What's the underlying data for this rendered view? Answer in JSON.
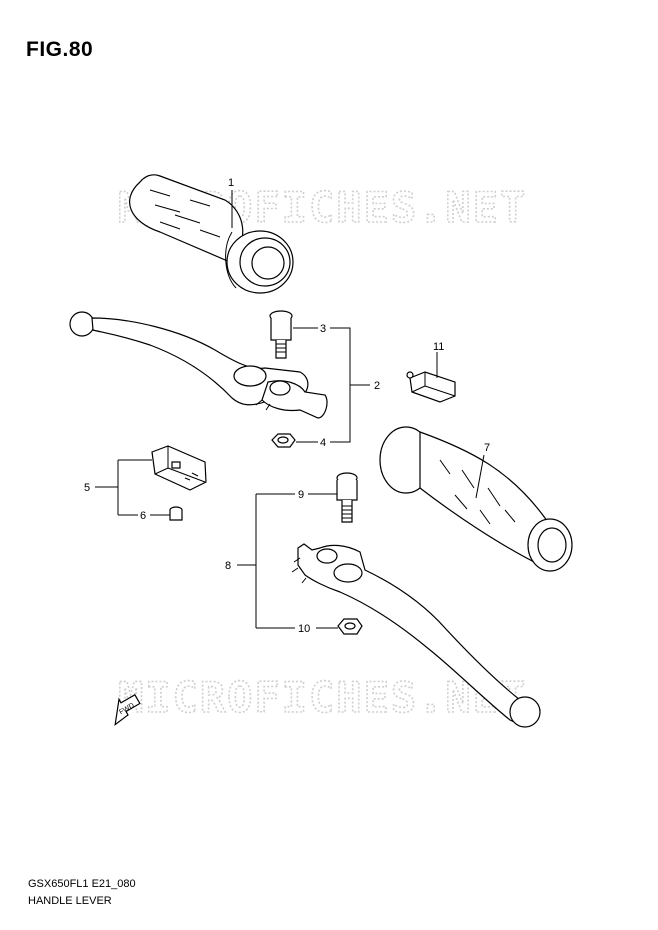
{
  "figure": {
    "title": "FIG.80",
    "model_code": "GSX650FL1 E21_080",
    "section_name": "HANDLE LEVER"
  },
  "watermark": {
    "top_text": "MICROFICHES.NET",
    "bottom_text": "MICROFICHES.NET"
  },
  "direction_arrow": {
    "label": "FWD"
  },
  "callouts": [
    {
      "number": "1",
      "part": "grip-left"
    },
    {
      "number": "2",
      "part": "clutch-lever-assy"
    },
    {
      "number": "3",
      "part": "clutch-lever-bolt"
    },
    {
      "number": "4",
      "part": "clutch-lever-nut"
    },
    {
      "number": "5",
      "part": "clutch-switch"
    },
    {
      "number": "6",
      "part": "clutch-switch-screw"
    },
    {
      "number": "7",
      "part": "grip-right"
    },
    {
      "number": "8",
      "part": "brake-lever-assy"
    },
    {
      "number": "9",
      "part": "brake-lever-bolt"
    },
    {
      "number": "10",
      "part": "brake-lever-nut"
    },
    {
      "number": "11",
      "part": "brake-switch"
    }
  ],
  "colors": {
    "line": "#000000",
    "watermark": "#cfcfcf",
    "background": "#ffffff"
  }
}
